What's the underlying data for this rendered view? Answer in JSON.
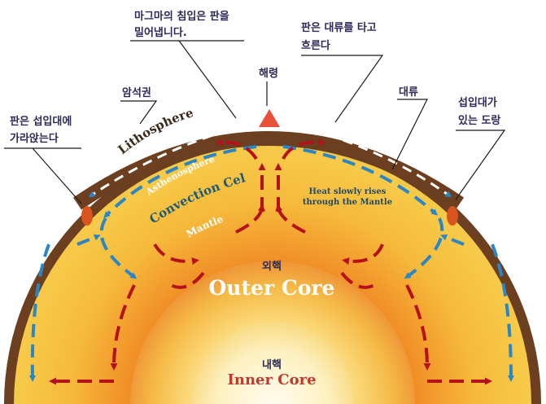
{
  "labels": {
    "magma_line1": "마그마의 침입은 판을",
    "magma_line2": "밀어냅니다.",
    "plate_flow_line1": "판은 대류를 타고",
    "plate_flow_line2": "흐른다",
    "ridge": "해령",
    "lithosphere_ko": "암석권",
    "convection_ko": "대류",
    "subduction_sink_line1": "판은 섭입대에",
    "subduction_sink_line2": "가라앉는다",
    "subduction_zone_line1": "섭입대가",
    "subduction_zone_line2": "있는 도랑",
    "lithosphere_en": "Lithosphere",
    "asthenosphere_en": "Asthenosphere",
    "convection_cell_en": "Convection Cell",
    "mantle_en": "Mantle",
    "heat_line1": "Heat slowly rises",
    "heat_line2": "through the Mantle",
    "outer_core_ko": "외핵",
    "outer_core_en": "Outer Core",
    "inner_core_ko": "내핵",
    "inner_core_en": "Inner Core"
  },
  "colors": {
    "lithosphere": "#6b3f1f",
    "mantle_outer": "#f7c948",
    "mantle_inner": "#f08a24",
    "outer_core_edge": "#e8402a",
    "inner_core": "#fbe7a0",
    "blue_arrow": "#2b86c5",
    "red_arrow": "#b5121b",
    "label_text": "#2b2a5a",
    "convection_text": "#1f5a7a",
    "inner_core_text": "#c0392b"
  }
}
